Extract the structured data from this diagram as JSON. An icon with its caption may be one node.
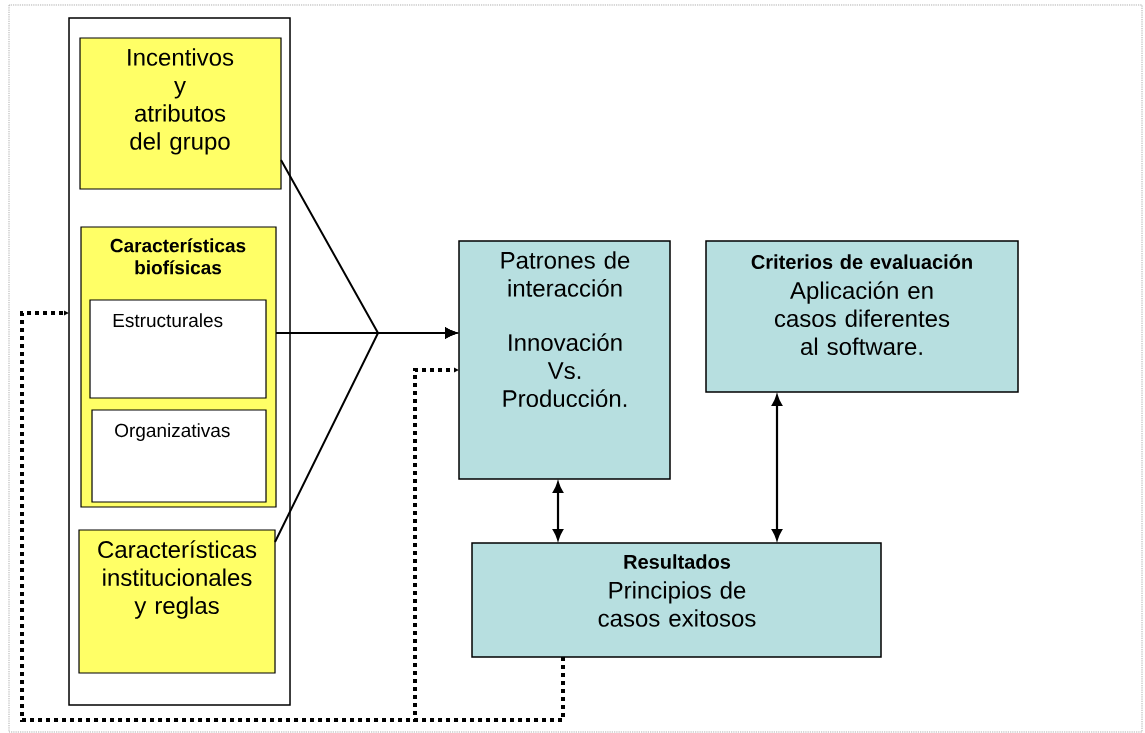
{
  "diagram": {
    "nodes": [
      {
        "text": [],
        "shape": "box"
      },
      {
        "text": [
          "Incentivos y atributos del grupo"
        ],
        "in": 0
      },
      {
        "text": [
          "Características biofísicas"
        ],
        "in": 0
      },
      {
        "text": [
          "Estructurales"
        ],
        "in": 2
      },
      {
        "text": [
          "Organizativas"
        ],
        "in": 2
      },
      {
        "text": [
          "Características institucionales y reglas"
        ],
        "in": 0
      },
      {
        "text": [
          "Patrones de interacción",
          "Innovación Vs. Producción."
        ]
      },
      {
        "text": [
          "Criterios de evaluación",
          "Aplicación en casos diferentes al software."
        ]
      },
      {
        "text": [
          "Resultados",
          "Principios de casos exitosos"
        ]
      }
    ],
    "edges": [
      {
        "from": 1,
        "to": 6,
        "arrow": "to"
      },
      {
        "from": 2,
        "to": 6,
        "arrow": "to"
      },
      {
        "from": 5,
        "to": 6,
        "arrow": "to"
      },
      {
        "from": 6,
        "to": 8,
        "arrow": "both"
      },
      {
        "from": 7,
        "to": 8,
        "arrow": "both"
      },
      {
        "from": 8,
        "to": 0,
        "arrow": "to",
        "style": "dashed"
      },
      {
        "from": 8,
        "to": 6,
        "arrow": "to",
        "style": "dashed"
      }
    ]
  }
}
